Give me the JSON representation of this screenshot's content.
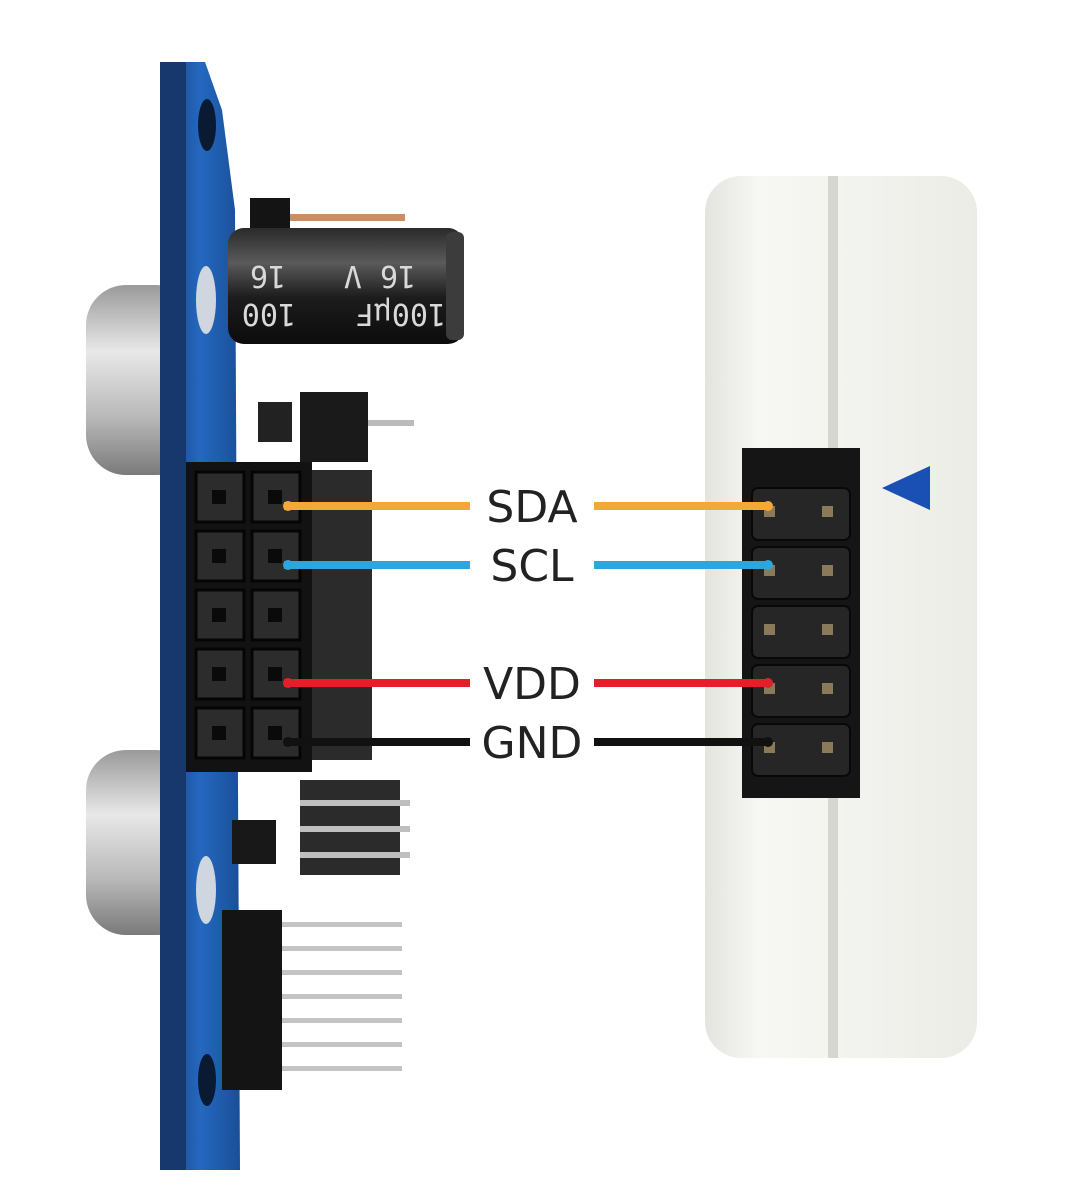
{
  "diagram": {
    "connections": [
      {
        "label": "SDA",
        "color": "#f4a937"
      },
      {
        "label": "SCL",
        "color": "#2ea6dc"
      },
      {
        "label": "VDD",
        "color": "#e3202a"
      },
      {
        "label": "GND",
        "color": "#111111"
      }
    ],
    "capacitor": {
      "capacitance": "100µF",
      "voltage": "16 V",
      "capacitance_small": "100",
      "voltage_small": "16"
    },
    "colors": {
      "pcb": "#1f5fb0",
      "pcb_dark": "#173e78",
      "housing": "#f3f3ef",
      "connector": "#151515",
      "pin_marker": "#1a4fb3"
    }
  }
}
